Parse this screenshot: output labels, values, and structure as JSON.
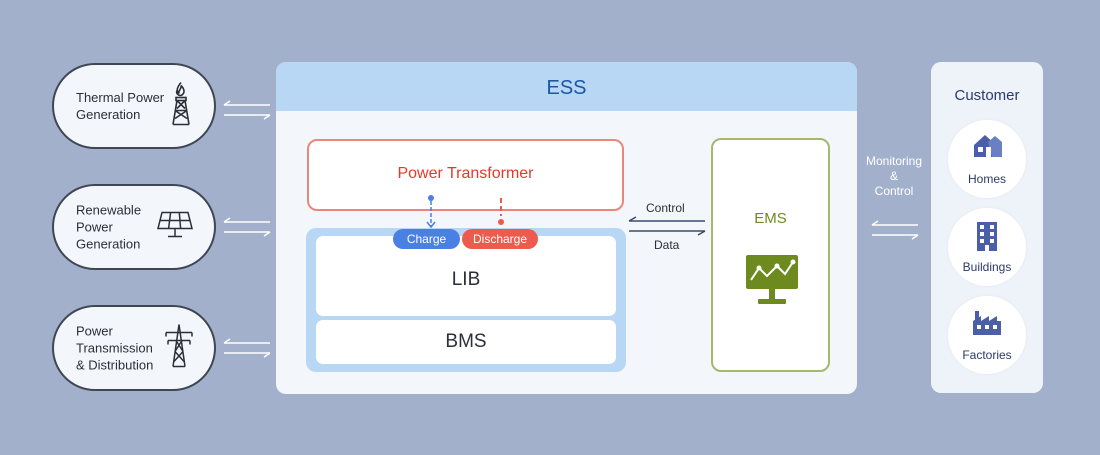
{
  "sources": [
    {
      "label": "Thermal Power\nGeneration",
      "icon": "gas-flare-tower-icon"
    },
    {
      "label": "Renewable\nPower\nGeneration",
      "icon": "solar-panel-icon"
    },
    {
      "label": "Power\nTransmission\n& Distribution",
      "icon": "transmission-tower-icon"
    }
  ],
  "ess": {
    "title": "ESS",
    "power_transformer": "Power Transformer",
    "charge": "Charge",
    "discharge": "Discharge",
    "lib": "LIB",
    "bms": "BMS",
    "control": "Control",
    "data": "Data",
    "ems": "EMS",
    "ems_icon": "monitor-chart-icon"
  },
  "monitoring": "Monitoring\n&\nControl",
  "customer": {
    "title": "Customer",
    "items": [
      {
        "label": "Homes",
        "icon": "house-icon"
      },
      {
        "label": "Buildings",
        "icon": "building-icon"
      },
      {
        "label": "Factories",
        "icon": "factory-icon"
      }
    ]
  },
  "colors": {
    "background": "#a3b0cc",
    "ess_header": "#b7d7f4",
    "ess_title": "#1e56a6",
    "transformer": "#e23a2a",
    "charge": "#4a7fe3",
    "discharge": "#ee5a4d",
    "ems": "#6d8a1e",
    "customer_icon": "#4a5fa6"
  }
}
